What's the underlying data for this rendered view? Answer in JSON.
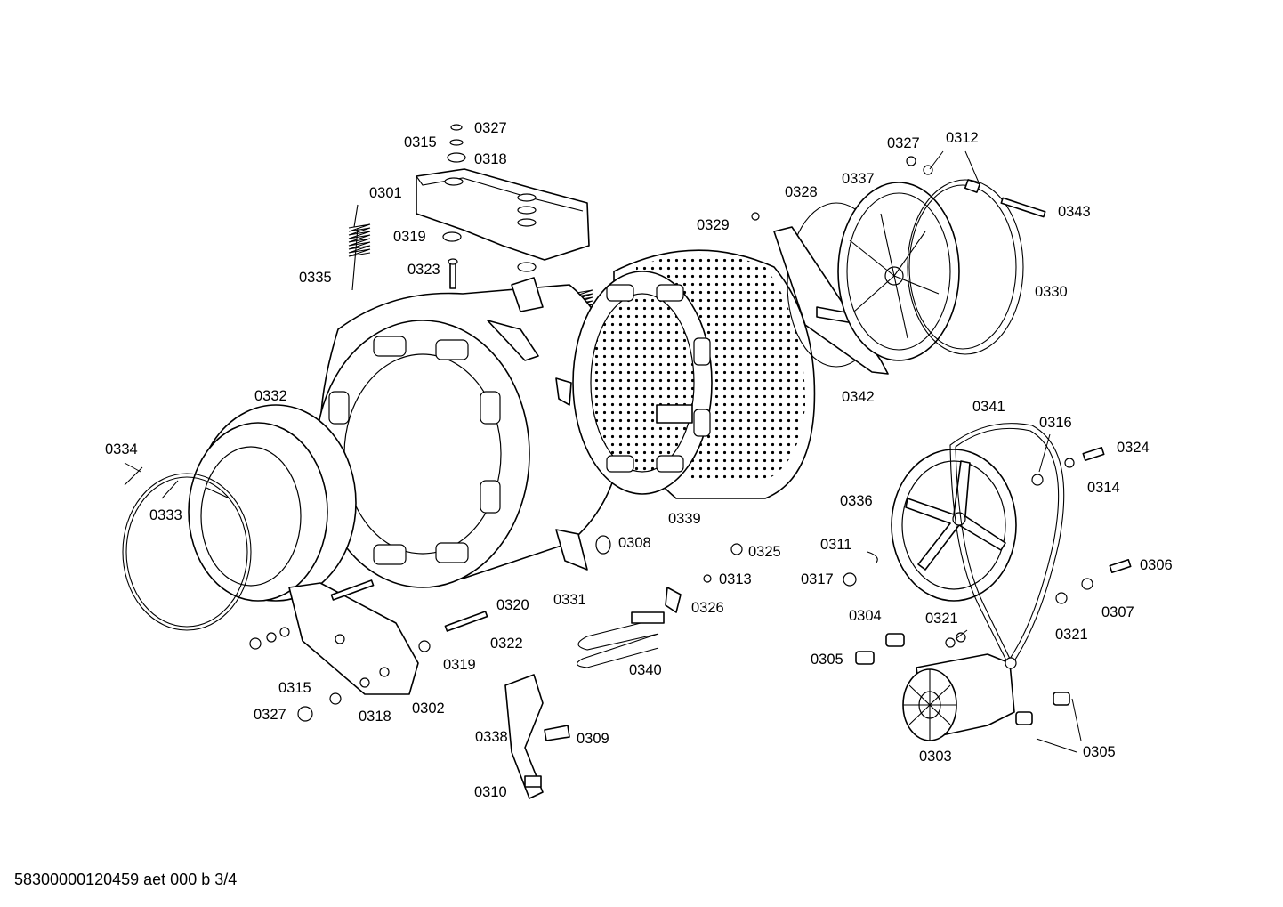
{
  "footer": {
    "document_code": "58300000120459 aet 000 b 3/4"
  },
  "callouts": {
    "c0301": "0301",
    "c0302": "0302",
    "c0303": "0303",
    "c0304": "0304",
    "c0305a": "0305",
    "c0305b": "0305",
    "c0306": "0306",
    "c0307": "0307",
    "c0308": "0308",
    "c0309": "0309",
    "c0310": "0310",
    "c0311": "0311",
    "c0312": "0312",
    "c0313": "0313",
    "c0314": "0314",
    "c0315a": "0315",
    "c0315b": "0315",
    "c0316": "0316",
    "c0317": "0317",
    "c0318a": "0318",
    "c0318b": "0318",
    "c0319a": "0319",
    "c0319b": "0319",
    "c0320": "0320",
    "c0321a": "0321",
    "c0321b": "0321",
    "c0322": "0322",
    "c0323": "0323",
    "c0324": "0324",
    "c0325": "0325",
    "c0326": "0326",
    "c0327a": "0327",
    "c0327b": "0327",
    "c0327c": "0327",
    "c0328": "0328",
    "c0329": "0329",
    "c0330": "0330",
    "c0331": "0331",
    "c0332": "0332",
    "c0333": "0333",
    "c0334": "0334",
    "c0335": "0335",
    "c0336": "0336",
    "c0337": "0337",
    "c0338": "0338",
    "c0339": "0339",
    "c0340": "0340",
    "c0341": "0341",
    "c0342": "0342",
    "c0343": "0343"
  }
}
